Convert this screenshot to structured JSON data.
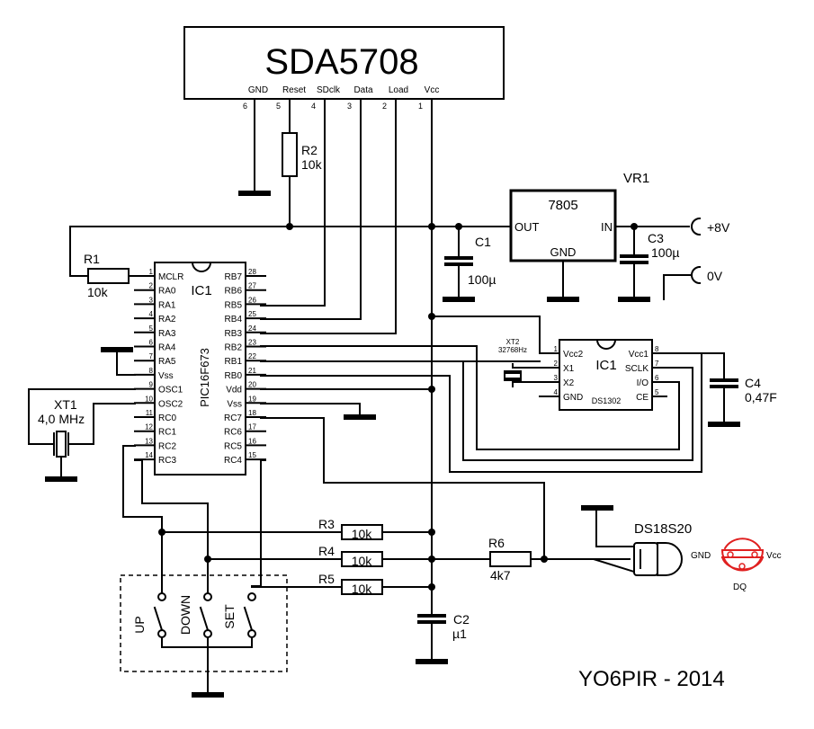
{
  "display": {
    "name": "SDA5708",
    "pins": [
      {
        "label": "GND",
        "num": "6"
      },
      {
        "label": "Reset",
        "num": "5"
      },
      {
        "label": "SDclk",
        "num": "4"
      },
      {
        "label": "Data",
        "num": "3"
      },
      {
        "label": "Load",
        "num": "2"
      },
      {
        "label": "Vcc",
        "num": "1"
      }
    ]
  },
  "mcu": {
    "name": "IC1",
    "part": "PIC16F673",
    "left_pins": [
      {
        "num": "1",
        "label": "MCLR"
      },
      {
        "num": "2",
        "label": "RA0"
      },
      {
        "num": "3",
        "label": "RA1"
      },
      {
        "num": "4",
        "label": "RA2"
      },
      {
        "num": "5",
        "label": "RA3"
      },
      {
        "num": "6",
        "label": "RA4"
      },
      {
        "num": "7",
        "label": "RA5"
      },
      {
        "num": "8",
        "label": "Vss"
      },
      {
        "num": "9",
        "label": "OSC1"
      },
      {
        "num": "10",
        "label": "OSC2"
      },
      {
        "num": "11",
        "label": "RC0"
      },
      {
        "num": "12",
        "label": "RC1"
      },
      {
        "num": "13",
        "label": "RC2"
      },
      {
        "num": "14",
        "label": "RC3"
      }
    ],
    "right_pins": [
      {
        "num": "28",
        "label": "RB7"
      },
      {
        "num": "27",
        "label": "RB6"
      },
      {
        "num": "26",
        "label": "RB5"
      },
      {
        "num": "25",
        "label": "RB4"
      },
      {
        "num": "24",
        "label": "RB3"
      },
      {
        "num": "23",
        "label": "RB2"
      },
      {
        "num": "22",
        "label": "RB1"
      },
      {
        "num": "21",
        "label": "RB0"
      },
      {
        "num": "20",
        "label": "Vdd"
      },
      {
        "num": "19",
        "label": "Vss"
      },
      {
        "num": "18",
        "label": "RC7"
      },
      {
        "num": "17",
        "label": "RC6"
      },
      {
        "num": "16",
        "label": "RC5"
      },
      {
        "num": "15",
        "label": "RC4"
      }
    ]
  },
  "regulator": {
    "ref": "VR1",
    "part": "7805",
    "out": "OUT",
    "in": "IN",
    "gnd": "GND"
  },
  "rtc": {
    "ref": "IC1",
    "part": "DS1302",
    "left_pins": [
      {
        "num": "1",
        "label": "Vcc2"
      },
      {
        "num": "2",
        "label": "X1"
      },
      {
        "num": "3",
        "label": "X2"
      },
      {
        "num": "4",
        "label": "GND"
      }
    ],
    "right_pins": [
      {
        "num": "8",
        "label": "Vcc1"
      },
      {
        "num": "7",
        "label": "SCLK"
      },
      {
        "num": "6",
        "label": "I/O"
      },
      {
        "num": "5",
        "label": "CE"
      }
    ]
  },
  "components": {
    "r1": {
      "ref": "R1",
      "value": "10k"
    },
    "r2": {
      "ref": "R2",
      "value": "10k"
    },
    "r3": {
      "ref": "R3",
      "value": "10k"
    },
    "r4": {
      "ref": "R4",
      "value": "10k"
    },
    "r5": {
      "ref": "R5",
      "value": "10k"
    },
    "r6": {
      "ref": "R6",
      "value": "4k7"
    },
    "c1": {
      "ref": "C1",
      "value": "100µ"
    },
    "c2": {
      "ref": "C2",
      "value": "µ1"
    },
    "c3": {
      "ref": "C3",
      "value": "100µ"
    },
    "c4": {
      "ref": "C4",
      "value": "0,47F"
    },
    "xt1": {
      "ref": "XT1",
      "value": "4,0 MHz"
    },
    "xt2": {
      "ref": "XT2",
      "value": "32768Hz"
    }
  },
  "power": {
    "plus": "+8V",
    "zero": "0V"
  },
  "sensor": {
    "part": "DS18S20",
    "pinout": {
      "gnd": "GND",
      "vcc": "Vcc",
      "dq": "DQ"
    }
  },
  "switches": [
    "UP",
    "DOWN",
    "SET"
  ],
  "credit": "YO6PIR - 2014",
  "colors": {
    "ink": "#000000",
    "pinout_accent": "#e02020",
    "background": "#ffffff"
  }
}
